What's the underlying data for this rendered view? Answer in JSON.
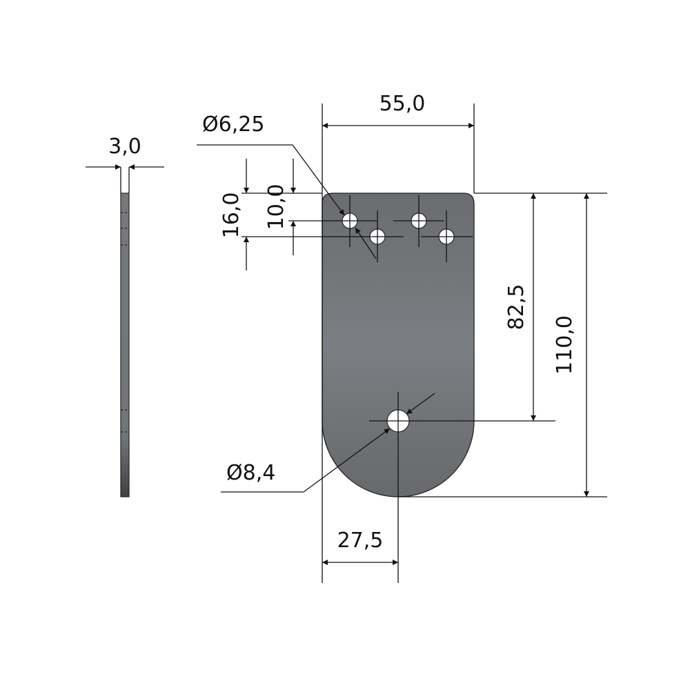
{
  "drawing": {
    "thickness_label": "3,0",
    "width_label": "55,0",
    "small_hole_diameter_label": "Ø6,25",
    "hole_row1_offset_label": "10,0",
    "hole_row2_offset_label": "16,0",
    "large_hole_position_label": "82,5",
    "total_length_label": "110,0",
    "large_hole_diameter_label": "Ø8,4",
    "large_hole_center_label": "27,5"
  },
  "colors": {
    "plate": "#6e7073",
    "line": "#111111"
  }
}
